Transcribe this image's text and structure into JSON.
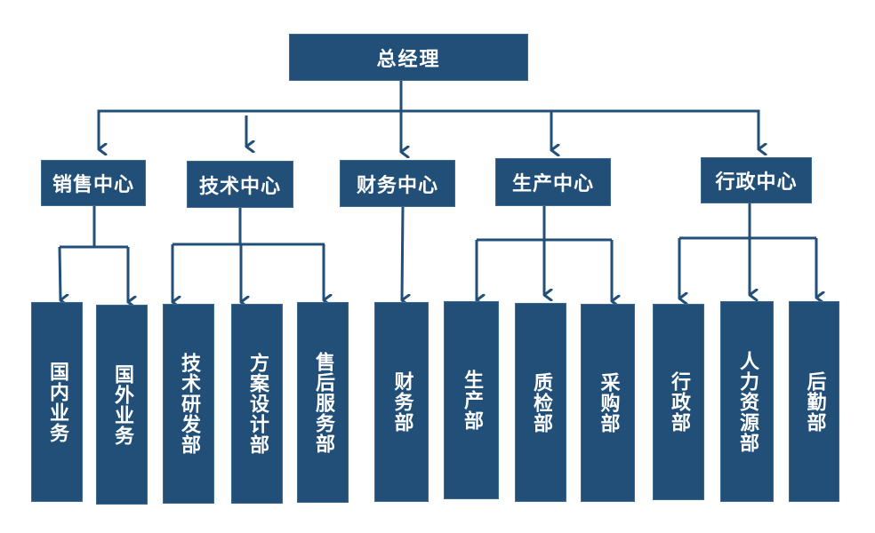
{
  "title": "公司组织架构图",
  "colors": {
    "box_fill": "#214f78",
    "box_border": "#3d6a92",
    "line": "#214f78",
    "text": "#ffffff",
    "background": "#ffffff"
  },
  "root": {
    "label": "总经理"
  },
  "centers": [
    {
      "label": "销售中心",
      "departments": [
        "国内业务",
        "国外业务"
      ]
    },
    {
      "label": "技术中心",
      "departments": [
        "技术研发部",
        "方案设计部",
        "售后服务部"
      ]
    },
    {
      "label": "财务中心",
      "departments": [
        "财务部"
      ]
    },
    {
      "label": "生产中心",
      "departments": [
        "生产部",
        "质检部",
        "采购部"
      ]
    },
    {
      "label": "行政中心",
      "departments": [
        "行政部",
        "人力资源部",
        "后勤部"
      ]
    }
  ]
}
